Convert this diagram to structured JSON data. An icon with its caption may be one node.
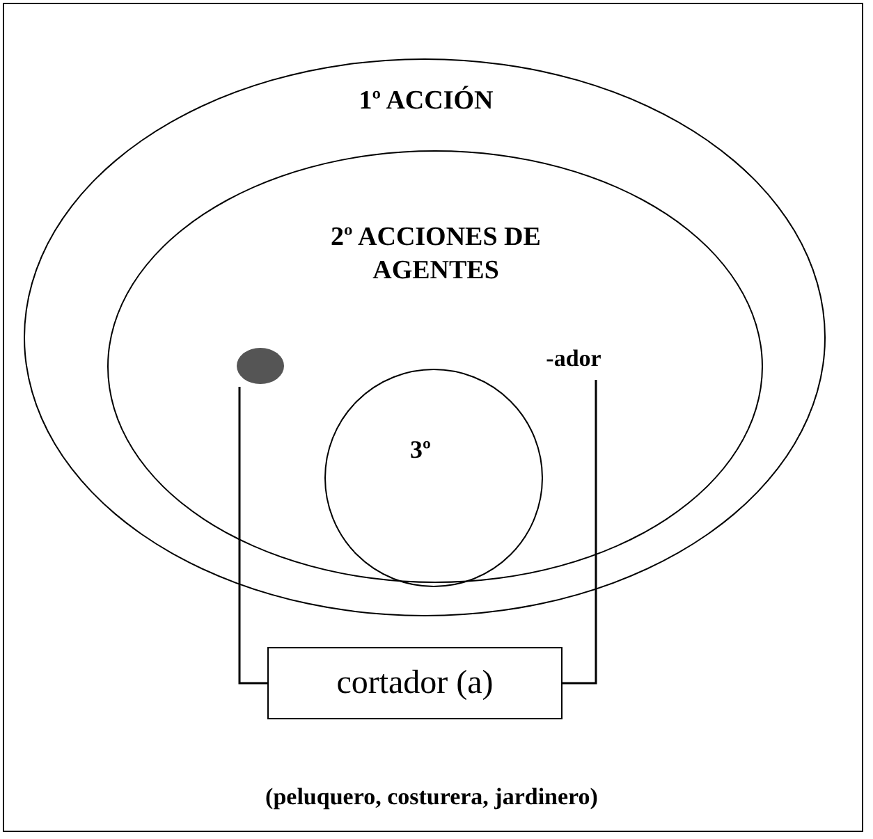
{
  "diagram": {
    "nodes": [
      {
        "text": [
          "1º ACCIÓN"
        ]
      },
      {
        "text": [
          "2º ACCIONES DE AGENTES"
        ],
        "in": 0
      },
      {
        "text": [
          "3º"
        ],
        "in": 1
      },
      {
        "text": [],
        "shape": "circle",
        "in": 1
      },
      {
        "text": [
          "-ador"
        ],
        "in": 1
      },
      {
        "text": [
          "cortador (a)"
        ]
      }
    ],
    "edges": [
      {
        "from": 3,
        "to": 5,
        "arrow": "none"
      },
      {
        "from": 4,
        "to": 5,
        "arrow": "none"
      }
    ],
    "labels": [
      "(peluquero, costurera, jardinero)"
    ]
  }
}
